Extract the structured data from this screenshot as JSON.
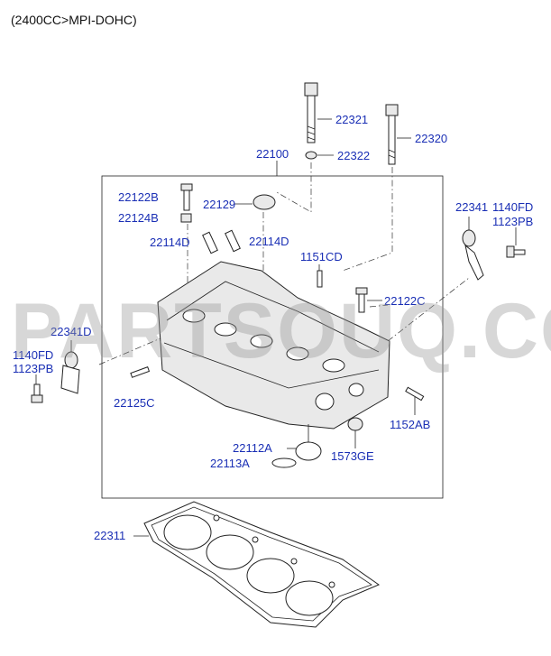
{
  "header": {
    "engine": "(2400CC>MPI-DOHC)"
  },
  "watermark": "PARTSOUQ.COM",
  "labels": {
    "p22321": "22321",
    "p22322": "22322",
    "p22320": "22320",
    "p22100": "22100",
    "p22122B": "22122B",
    "p22124B": "22124B",
    "p22129": "22129",
    "p22114D_left": "22114D",
    "p22114D_right": "22114D",
    "p1151CD": "1151CD",
    "p22122C": "22122C",
    "p22341_right": "22341",
    "p1140FD_right": "1140FD",
    "p1123PB_right": "1123PB",
    "p22341D": "22341D",
    "p1140FD_left": "1140FD",
    "p1123PB_left": "1123PB",
    "p22125C": "22125C",
    "p1152AB": "1152AB",
    "p22112A": "22112A",
    "p1573GE": "1573GE",
    "p22113A": "22113A",
    "p22311": "22311"
  },
  "colors": {
    "label": "#1a2fb5",
    "line": "#222222",
    "watermark": "#969696"
  }
}
